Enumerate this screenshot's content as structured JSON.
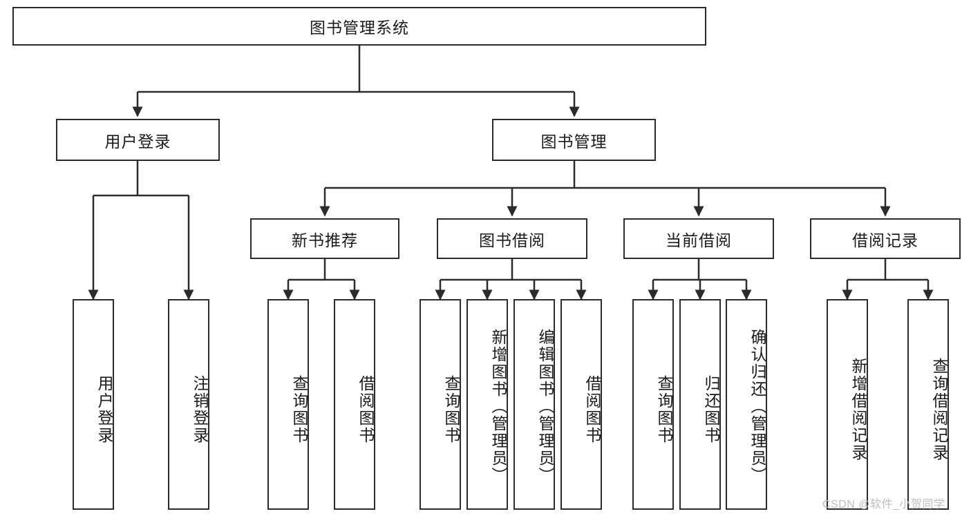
{
  "diagram": {
    "type": "tree",
    "title": "图书管理系统",
    "root": {
      "label": "图书管理系统"
    },
    "level2": [
      {
        "label": "用户登录"
      },
      {
        "label": "图书管理"
      }
    ],
    "level3": [
      {
        "label": "新书推荐"
      },
      {
        "label": "图书借阅"
      },
      {
        "label": "当前借阅"
      },
      {
        "label": "借阅记录"
      }
    ],
    "leaves": {
      "user_login": [
        {
          "label": "用户登录"
        },
        {
          "label": "注销登录"
        }
      ],
      "new_book_recommend": [
        {
          "label": "查询图书"
        },
        {
          "label": "借阅图书"
        }
      ],
      "book_borrow": [
        {
          "label": "查询图书"
        },
        {
          "label": "新增图书（管理员）"
        },
        {
          "label": "编辑图书（管理员）"
        },
        {
          "label": "借阅图书"
        }
      ],
      "current_borrow": [
        {
          "label": "查询图书"
        },
        {
          "label": "归还图书"
        },
        {
          "label": "确认归还（管理员）"
        }
      ],
      "borrow_record": [
        {
          "label": "新增借阅记录"
        },
        {
          "label": "查询借阅记录"
        }
      ]
    },
    "watermark": "CSDN @软件_小贺同学",
    "colors": {
      "stroke": "#2b2b2b",
      "fill": "#ffffff",
      "text": "#1a1a1a",
      "watermark": "#bdbdbd"
    }
  }
}
